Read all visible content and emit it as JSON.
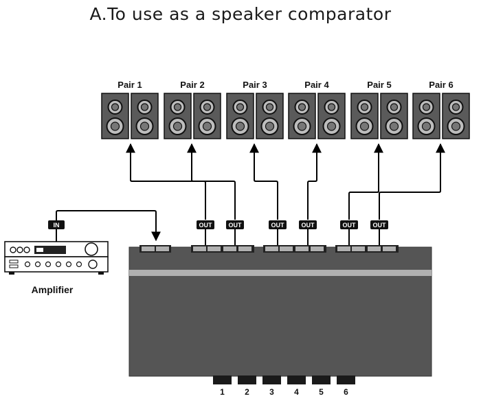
{
  "title": "A.To use as a speaker comparator",
  "speaker_pairs": [
    {
      "label": "Pair 1",
      "port": "OUT"
    },
    {
      "label": "Pair 2",
      "port": "OUT"
    },
    {
      "label": "Pair 3",
      "port": "OUT"
    },
    {
      "label": "Pair 4",
      "port": "OUT"
    },
    {
      "label": "Pair 5",
      "port": "OUT"
    },
    {
      "label": "Pair 6",
      "port": "OUT"
    }
  ],
  "amplifier": {
    "label": "Amplifier",
    "port": "IN"
  },
  "selector_buttons": [
    "1",
    "2",
    "3",
    "4",
    "5",
    "6"
  ],
  "colors": {
    "device": "#555555",
    "speaker": "#5a5a5a",
    "line": "#000000",
    "stripe": "#b0b0b0"
  }
}
